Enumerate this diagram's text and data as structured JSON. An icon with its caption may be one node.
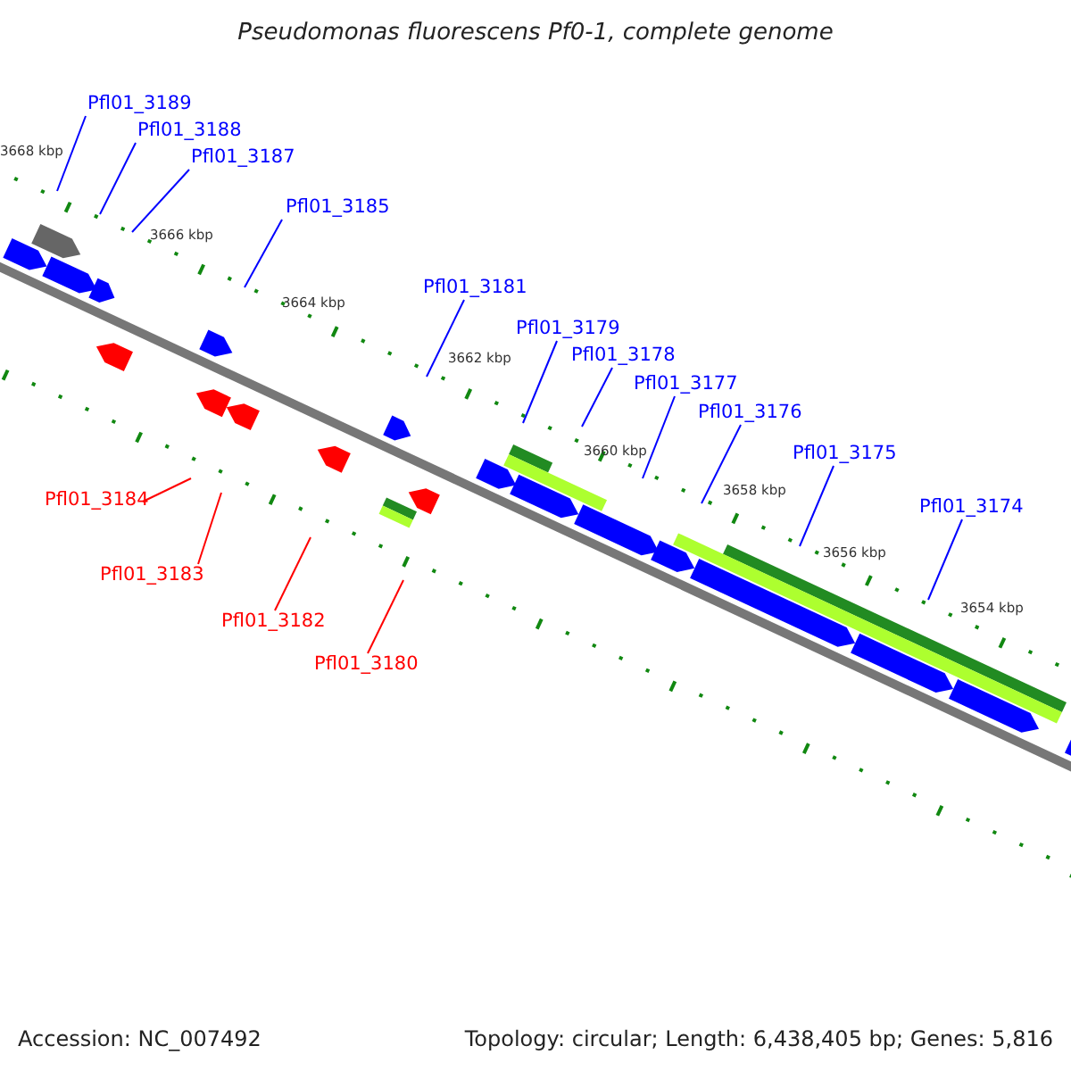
{
  "diagram": {
    "title": "Pseudomonas fluorescens Pf0-1, complete genome",
    "nodes": [
      {
        "text": [
          "Pfl01_3189"
        ]
      },
      {
        "text": [
          "Pfl01_3188"
        ]
      },
      {
        "text": [
          "Pfl01_3187"
        ]
      },
      {
        "text": [
          "Pfl01_3185"
        ]
      },
      {
        "text": [
          "Pfl01_3181"
        ]
      },
      {
        "text": [
          "Pfl01_3179"
        ]
      },
      {
        "text": [
          "Pfl01_3178"
        ]
      },
      {
        "text": [
          "Pfl01_3177"
        ]
      },
      {
        "text": [
          "Pfl01_3176"
        ]
      },
      {
        "text": [
          "Pfl01_3175"
        ]
      },
      {
        "text": [
          "Pfl01_3174"
        ]
      },
      {
        "text": [
          "Pfl01_3184"
        ]
      },
      {
        "text": [
          "Pfl01_3183"
        ]
      },
      {
        "text": [
          "Pfl01_3182"
        ]
      },
      {
        "text": [
          "Pfl01_3180"
        ]
      }
    ],
    "edges": [
      {
        "from": 0,
        "to": null,
        "arrow": "none"
      },
      {
        "from": 1,
        "to": null,
        "arrow": "none"
      },
      {
        "from": 2,
        "to": null,
        "arrow": "none"
      },
      {
        "from": 3,
        "to": null,
        "arrow": "none"
      },
      {
        "from": 4,
        "to": null,
        "arrow": "none"
      },
      {
        "from": 5,
        "to": null,
        "arrow": "none"
      },
      {
        "from": 6,
        "to": null,
        "arrow": "none"
      },
      {
        "from": 7,
        "to": null,
        "arrow": "none"
      },
      {
        "from": 8,
        "to": null,
        "arrow": "none"
      },
      {
        "from": 9,
        "to": null,
        "arrow": "none"
      },
      {
        "from": 10,
        "to": null,
        "arrow": "none"
      },
      {
        "from": 11,
        "to": null,
        "arrow": "none",
        "color": "#ff0000"
      },
      {
        "from": 12,
        "to": null,
        "arrow": "none",
        "color": "#ff0000"
      },
      {
        "from": 13,
        "to": null,
        "arrow": "none",
        "color": "#ff0000"
      },
      {
        "from": 14,
        "to": null,
        "arrow": "none",
        "color": "#ff0000"
      }
    ],
    "labels": [
      "3668 kbp",
      "3666 kbp",
      "3664 kbp",
      "3662 kbp",
      "3660 kbp",
      "3658 kbp",
      "3656 kbp",
      "3654 kbp",
      "Accession: NC_007492",
      "Topology: circular; Length: 6,438,405 bp; Genes: 5,816"
    ]
  }
}
